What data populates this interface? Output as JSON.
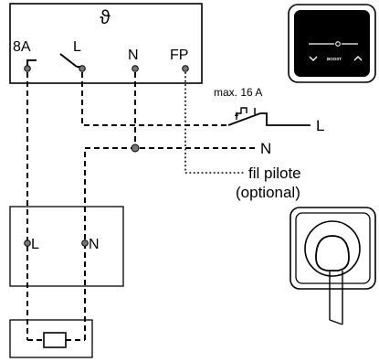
{
  "thermostat": {
    "symbol": "ϑ",
    "terminals": {
      "t8a": "8A",
      "l": "L",
      "n": "N",
      "fp": "FP"
    }
  },
  "supply": {
    "breaker_rating": "max. 16 A",
    "line_label": "L",
    "neutral_label": "N",
    "pilot_label_line1": "fil pilote",
    "pilot_label_line2": "(optional)"
  },
  "junction_box": {
    "l_label": "L",
    "n_label": "N"
  },
  "control_panel": {
    "button_label": "BOOST"
  }
}
